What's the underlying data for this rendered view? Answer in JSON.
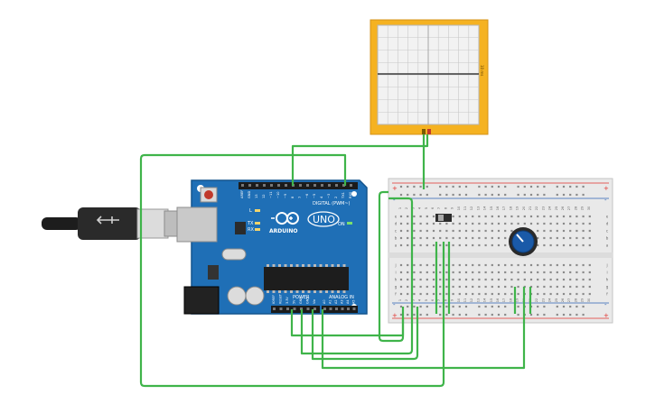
{
  "colors": {
    "wire": "#3fb44a",
    "board": "#1f6fb6",
    "board_dark": "#16588f",
    "oscilloscope_frame": "#f5b221",
    "oscilloscope_screen": "#f2f2f2",
    "breadboard": "#e9e9e9",
    "rail_red": "#e0302b",
    "rail_blue": "#2a5fb3",
    "knob": "#1a5aa8"
  },
  "arduino": {
    "brand": "ARDUINO",
    "model": "UNO",
    "digital_label": "DIGITAL (PWM~)",
    "power_label": "POWER",
    "analog_label": "ANALOG IN",
    "tx_label": "TX",
    "rx_label": "RX",
    "l_label": "L",
    "on_label": "ON",
    "digital_pins": [
      "AREF",
      "GND",
      "13",
      "12",
      "~11",
      "~10",
      "~9",
      "8",
      "7",
      "~6",
      "~5",
      "4",
      "~3",
      "2",
      "TX1",
      "RX0"
    ],
    "power_pins": [
      "IOREF",
      "RESET",
      "3.3V",
      "5V",
      "GND",
      "GND",
      "Vin"
    ],
    "analog_pins": [
      "A0",
      "A1",
      "A2",
      "A3",
      "A4",
      "A5"
    ]
  },
  "oscilloscope": {
    "side_label": "10 ms"
  },
  "breadboard": {
    "columns": [
      "1",
      "2",
      "3",
      "4",
      "5",
      "6",
      "7",
      "8",
      "9",
      "10",
      "11",
      "12",
      "13",
      "14",
      "15",
      "16",
      "17",
      "18",
      "19",
      "20",
      "21",
      "22",
      "23",
      "24",
      "25",
      "26",
      "27",
      "28",
      "29",
      "30"
    ],
    "rows_top": [
      "a",
      "b",
      "c",
      "d",
      "e"
    ],
    "rows_bottom": [
      "f",
      "g",
      "h",
      "i",
      "j"
    ],
    "plus_sign": "+",
    "minus_sign": "-"
  },
  "icons": {
    "usb_cable": "usb-cable-icon",
    "potentiometer": "potentiometer-icon",
    "switch": "slide-switch-icon"
  }
}
